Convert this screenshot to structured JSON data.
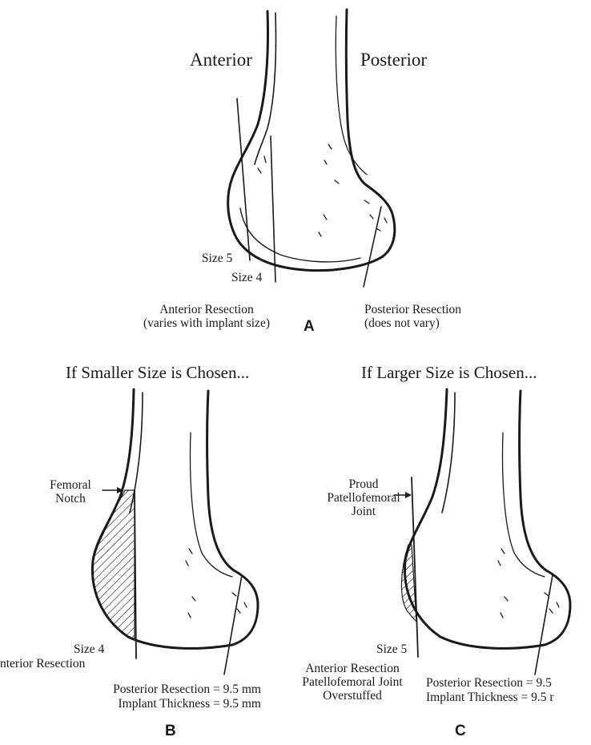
{
  "panel_a": {
    "anterior_label": "Anterior",
    "posterior_label": "Posterior",
    "size5_label": "Size 5",
    "size4_label": "Size 4",
    "anterior_resection": [
      "Anterior Resection",
      "(varies with implant size)"
    ],
    "posterior_resection": [
      "Posterior Resection",
      "(does not vary)"
    ],
    "panel_letter": "A"
  },
  "panel_b": {
    "heading": "If Smaller Size is Chosen...",
    "notch_label": [
      "Femoral",
      "Notch"
    ],
    "size_label": "Size 4",
    "resection_label": "nterior Resection",
    "posterior_resection": "Posterior Resection = 9.5 mm",
    "implant_thickness": "Implant Thickness = 9.5 mm",
    "panel_letter": "B"
  },
  "panel_c": {
    "heading": "If Larger Size is Chosen...",
    "proud_label": [
      "Proud",
      "Patellofemoral",
      "Joint"
    ],
    "size_label": "Size 5",
    "resection_label": [
      "Anterior Resection",
      "Patellofemoral Joint",
      "Overstuffed"
    ],
    "posterior_resection": "Posterior Resection = 9.5",
    "implant_thickness": "Implant Thickness = 9.5 r",
    "panel_letter": "C"
  }
}
